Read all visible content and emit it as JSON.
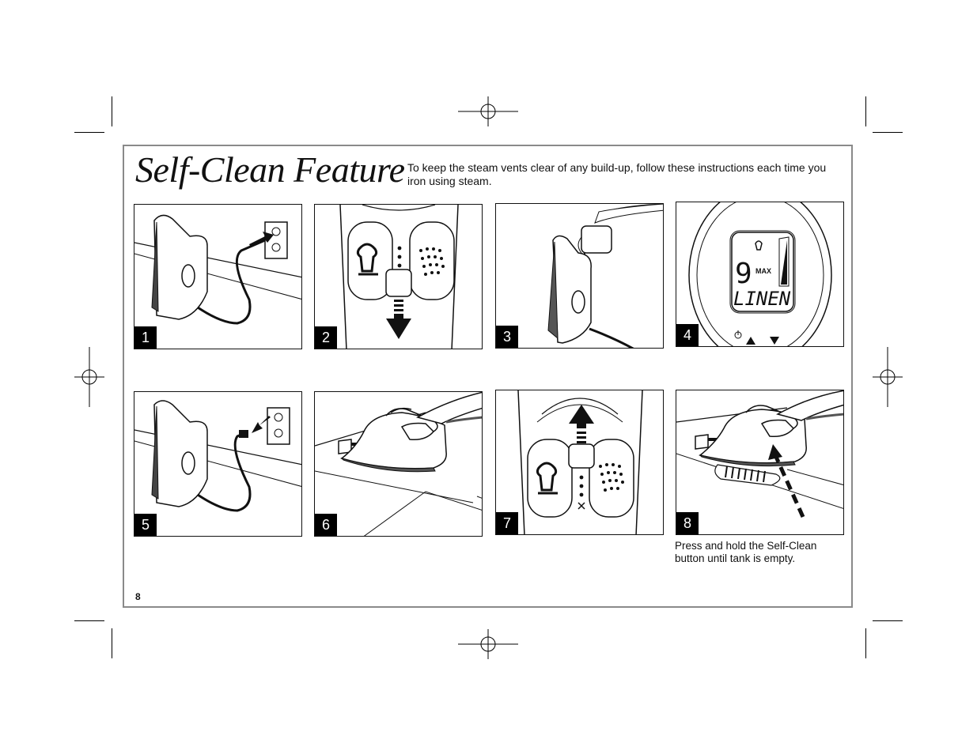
{
  "page": {
    "title": "Self-Clean Feature",
    "intro": "To keep the steam vents clear of any build-up, follow these instructions each time you iron using steam.",
    "caption": "Press and hold the Self-Clean button until tank is empty.",
    "page_number": "8"
  },
  "steps": [
    {
      "number": "1",
      "icon": "iron-plugging-in-illustration"
    },
    {
      "number": "2",
      "icon": "steam-dial-down-illustration"
    },
    {
      "number": "3",
      "icon": "filling-water-tank-illustration"
    },
    {
      "number": "4",
      "icon": "lcd-display-linen-illustration",
      "display_value": "9",
      "display_max": "MAX",
      "display_text": "LINEN"
    },
    {
      "number": "5",
      "icon": "iron-unplugging-illustration"
    },
    {
      "number": "6",
      "icon": "holding-iron-over-sink-illustration"
    },
    {
      "number": "7",
      "icon": "steam-dial-up-illustration"
    },
    {
      "number": "8",
      "icon": "pressing-self-clean-button-illustration"
    }
  ],
  "colors": {
    "frame": "#8a8a8a",
    "ink": "#111111",
    "badge": "#000000"
  }
}
